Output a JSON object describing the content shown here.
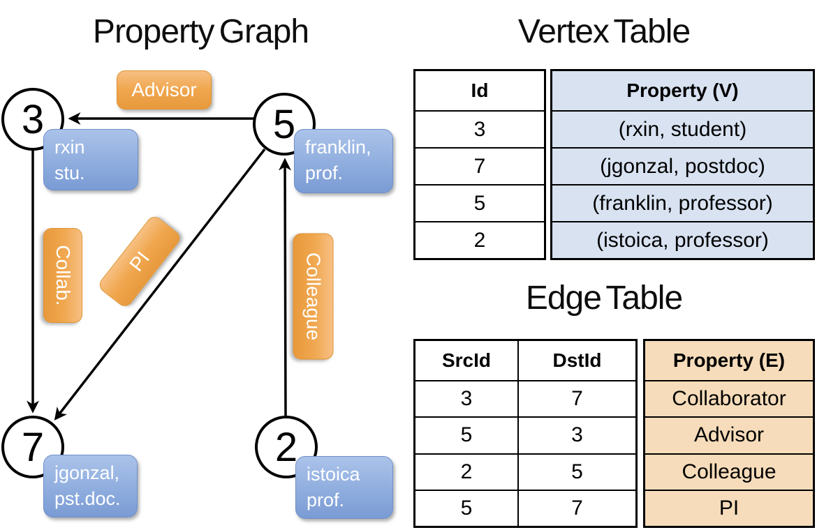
{
  "graph": {
    "title": "Property Graph",
    "nodes": [
      {
        "id": "3",
        "label_line1": "rxin",
        "label_line2": "stu."
      },
      {
        "id": "5",
        "label_line1": "franklin,",
        "label_line2": "prof."
      },
      {
        "id": "7",
        "label_line1": "jgonzal,",
        "label_line2": "pst.doc."
      },
      {
        "id": "2",
        "label_line1": "istoica",
        "label_line2": "prof."
      }
    ],
    "edge_labels": {
      "advisor": "Advisor",
      "collab": "Collab.",
      "pi": "PI",
      "colleague": "Colleague"
    }
  },
  "vertex_table": {
    "title": "Vertex Table",
    "headers": {
      "id": "Id",
      "property": "Property (V)"
    },
    "rows": [
      {
        "id": "3",
        "property": "(rxin, student)"
      },
      {
        "id": "7",
        "property": "(jgonzal, postdoc)"
      },
      {
        "id": "5",
        "property": "(franklin, professor)"
      },
      {
        "id": "2",
        "property": "(istoica, professor)"
      }
    ]
  },
  "edge_table": {
    "title": "Edge Table",
    "headers": {
      "src": "SrcId",
      "dst": "DstId",
      "property": "Property (E)"
    },
    "rows": [
      {
        "src": "3",
        "dst": "7",
        "property": "Collaborator"
      },
      {
        "src": "5",
        "dst": "3",
        "property": "Advisor"
      },
      {
        "src": "2",
        "dst": "5",
        "property": "Colleague"
      },
      {
        "src": "5",
        "dst": "7",
        "property": "PI"
      }
    ]
  },
  "colors": {
    "orange-top": "#f7c083",
    "orange-mid": "#f0a74f",
    "orange-bottom": "#e8993c",
    "orange-border": "#de9330",
    "blue-top": "#abc3ea",
    "blue-bottom": "#7a9bd4",
    "blue-border": "#6e8fc9",
    "table-blue": "#d8e2f1",
    "table-tan": "#f6dcba"
  }
}
